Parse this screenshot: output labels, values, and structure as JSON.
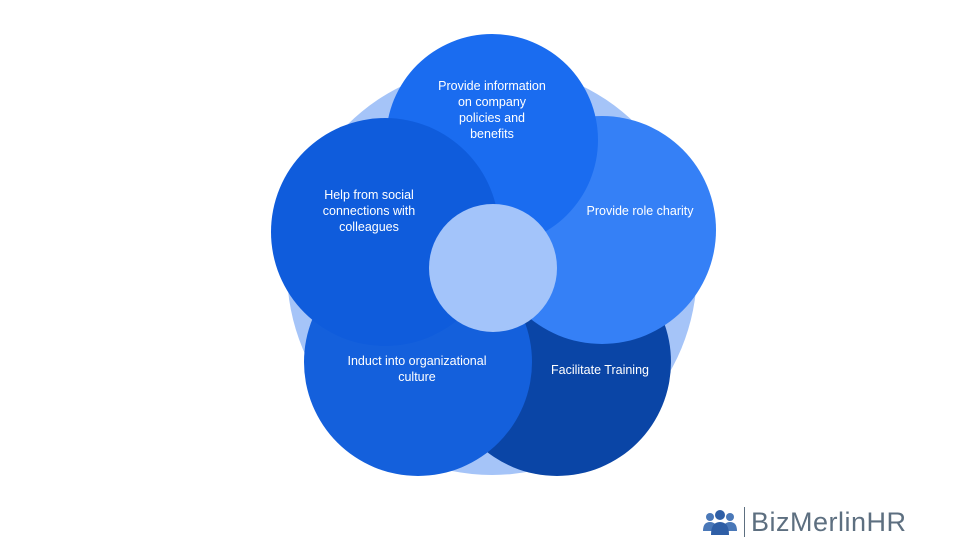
{
  "colors": {
    "background_ring": "#a5c4f8",
    "top_circle": "#1a6cf0",
    "right_circle": "#3580f6",
    "bottom_right_circle": "#0a45a6",
    "bottom_left_circle": "#1460dc",
    "left_circle": "#0f5cdc",
    "center_circle": "#a3c4fa",
    "logo_gray": "#5d6f80",
    "logo_blue": "#4a78b8"
  },
  "petals": [
    {
      "id": "top",
      "label": "Provide information\non company\npolicies and\nbenefits"
    },
    {
      "id": "right",
      "label": "Provide role charity"
    },
    {
      "id": "bottom-right",
      "label": "Facilitate Training"
    },
    {
      "id": "bottom-left",
      "label": "Induct into organizational\nculture"
    },
    {
      "id": "left",
      "label": "Help from social\nconnections with\ncolleagues"
    }
  ],
  "logo": {
    "icon": "people-group-icon",
    "text": "BizMerlinHR"
  }
}
